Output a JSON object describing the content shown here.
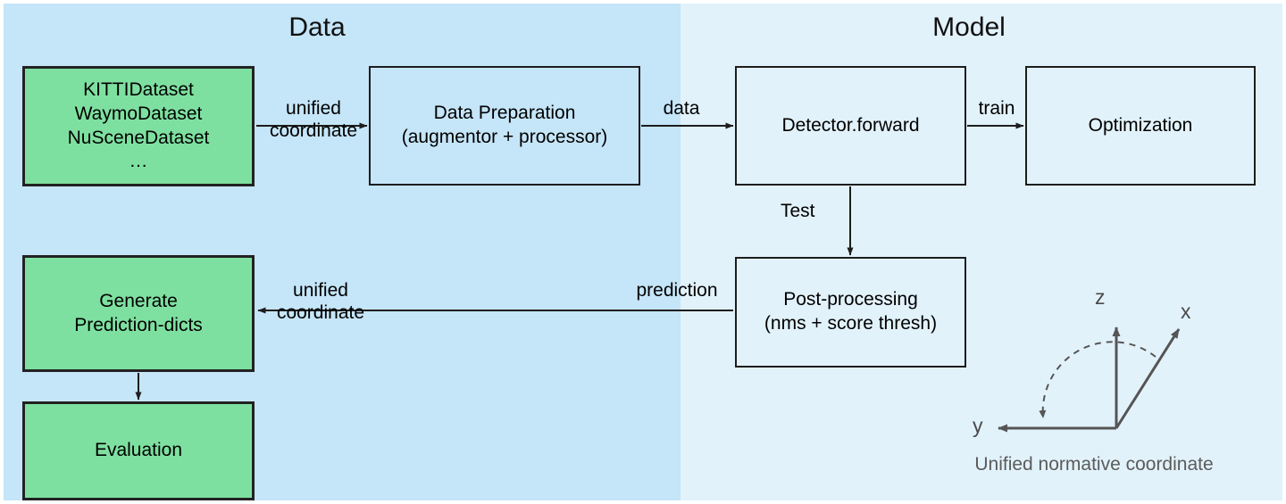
{
  "panels": {
    "data": {
      "title": "Data",
      "color": "#c5e5f8"
    },
    "model": {
      "title": "Model",
      "color": "#e2f2fb"
    }
  },
  "palette": {
    "green_node": "#7ee0a0",
    "node_border": "#222222",
    "arrow": "#1d1d1d",
    "coord_axis": "#555555",
    "coord_caption": "#5b5b5b"
  },
  "nodes": {
    "datasets": "KITTIDataset\nWaymoDataset\nNuSceneDataset\n…",
    "data_preparation": "Data Preparation\n(augmentor + processor)",
    "detector_forward": "Detector.forward",
    "optimization": "Optimization",
    "post_processing": "Post-processing\n(nms + score thresh)",
    "generate_prediction_dicts": "Generate\nPrediction-dicts",
    "evaluation": "Evaluation"
  },
  "edges": {
    "unified_coordinate_top": "unified\ncoordinate",
    "data": "data",
    "train": "train",
    "test": "Test",
    "prediction": "prediction",
    "unified_coordinate_bottom": "unified\ncoordinate"
  },
  "coordinate_system": {
    "caption": "Unified normative coordinate",
    "axis_z": "z",
    "axis_x": "x",
    "axis_y": "y"
  }
}
